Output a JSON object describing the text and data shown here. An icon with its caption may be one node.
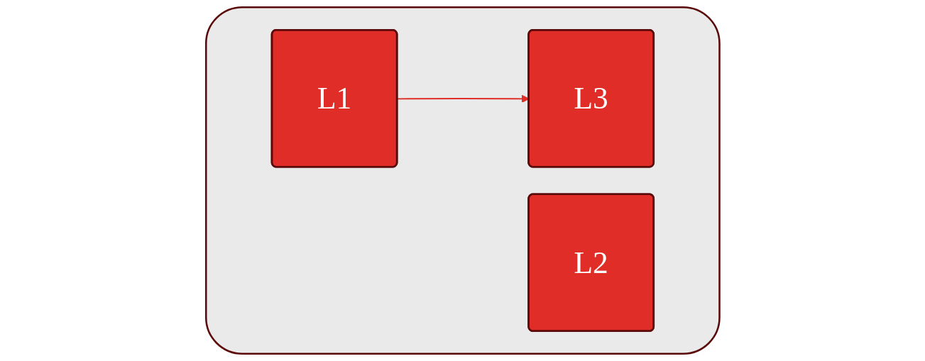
{
  "diagram": {
    "nodes": [
      {
        "text": [],
        "shape": "box"
      },
      {
        "text": [
          "L1"
        ],
        "in": 0
      },
      {
        "text": [
          "L2"
        ],
        "in": 0
      },
      {
        "text": [
          "L3"
        ],
        "in": 0
      }
    ],
    "edges": [
      {
        "from": 1,
        "to": 3,
        "arrow": "to",
        "color": "#e02d27"
      }
    ]
  }
}
